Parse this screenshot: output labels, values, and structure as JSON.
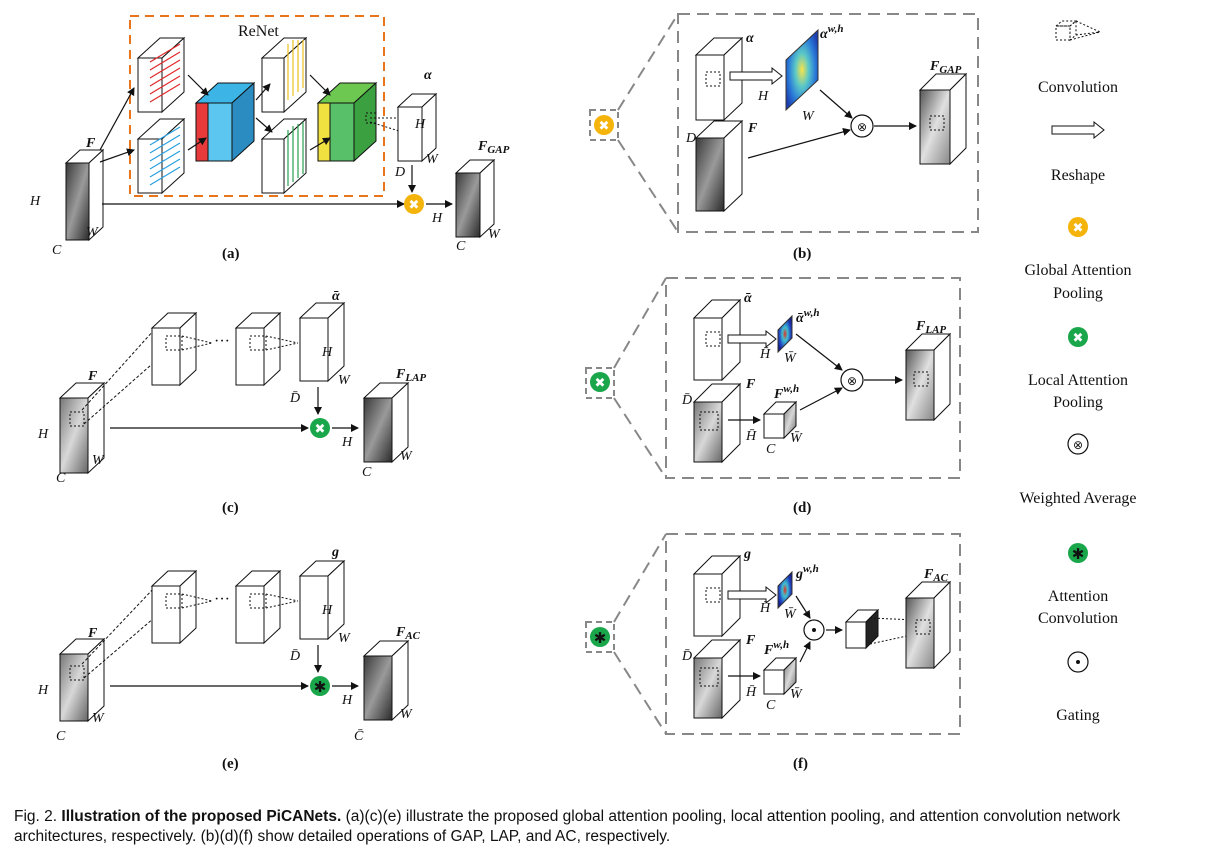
{
  "panels": {
    "a": {
      "label": "(a)",
      "renet": "ReNet",
      "F": "F",
      "H": "H",
      "C": "C",
      "W": "W",
      "alpha": "α",
      "Ha": "H",
      "Wa": "W",
      "D": "D",
      "Hout": "H",
      "Cout": "C",
      "Wout": "W",
      "Fgap": "F",
      "Fgap_sub": "GAP"
    },
    "b": {
      "label": "(b)",
      "alpha": "α",
      "alpha_sup": "w,h",
      "H": "H",
      "W": "W",
      "D": "D",
      "F": "F",
      "Fgap": "F",
      "Fgap_sub": "GAP"
    },
    "c": {
      "label": "(c)",
      "F": "F",
      "H": "H",
      "C": "C",
      "W": "W",
      "dots": "···",
      "alpha": "ᾱ",
      "Ha": "H",
      "Wa": "W",
      "D": "D̄",
      "Hout": "H",
      "Cout": "C",
      "Wout": "W",
      "Flap": "F",
      "Flap_sub": "LAP"
    },
    "d": {
      "label": "(d)",
      "alpha": "ᾱ",
      "alpha_sup": "w,h",
      "Hs": "H̄",
      "Ws": "W̄",
      "D": "D̄",
      "F": "F",
      "Fwh": "F",
      "Fwh_sup": "w,h",
      "Hc": "H̄",
      "Cc": "C",
      "Wc": "W̄",
      "Flap": "F",
      "Flap_sub": "LAP"
    },
    "e": {
      "label": "(e)",
      "F": "F",
      "H": "H",
      "C": "C",
      "W": "W",
      "dots": "···",
      "g": "g",
      "Hg": "H",
      "Wg": "W",
      "D": "D̄",
      "Hout": "H",
      "Cout": "C̄",
      "Wout": "W",
      "Fac": "F",
      "Fac_sub": "AC"
    },
    "f": {
      "label": "(f)",
      "g": "g",
      "g_sup": "w,h",
      "Hs": "H̄",
      "Ws": "W̄",
      "D": "D̄",
      "F": "F",
      "Fwh": "F",
      "Fwh_sup": "w,h",
      "Hc": "H̄",
      "Cc": "C",
      "Wc": "W̄",
      "Fac": "F",
      "Fac_sub": "AC"
    }
  },
  "legend": {
    "convolution": "Convolution",
    "reshape": "Reshape",
    "gap_1": "Global Attention",
    "gap_2": "Pooling",
    "lap_1": "Local Attention",
    "lap_2": "Pooling",
    "weighted_average": "Weighted Average",
    "ac_1": "Attention",
    "ac_2": "Convolution",
    "gating": "Gating"
  },
  "caption": {
    "prefix": "Fig. 2.",
    "bold": "Illustration of the proposed PiCANets.",
    "rest": "(a)(c)(e) illustrate the proposed global attention pooling, local attention pooling, and attention convolution network architectures, respectively. (b)(d)(f) show detailed operations of GAP, LAP, and AC, respectively."
  },
  "colors": {
    "gap": "#f5b40c",
    "lap": "#1aa64a",
    "ac": "#1aa64a",
    "renet_border": "#e8741c",
    "dash": "#888888"
  }
}
